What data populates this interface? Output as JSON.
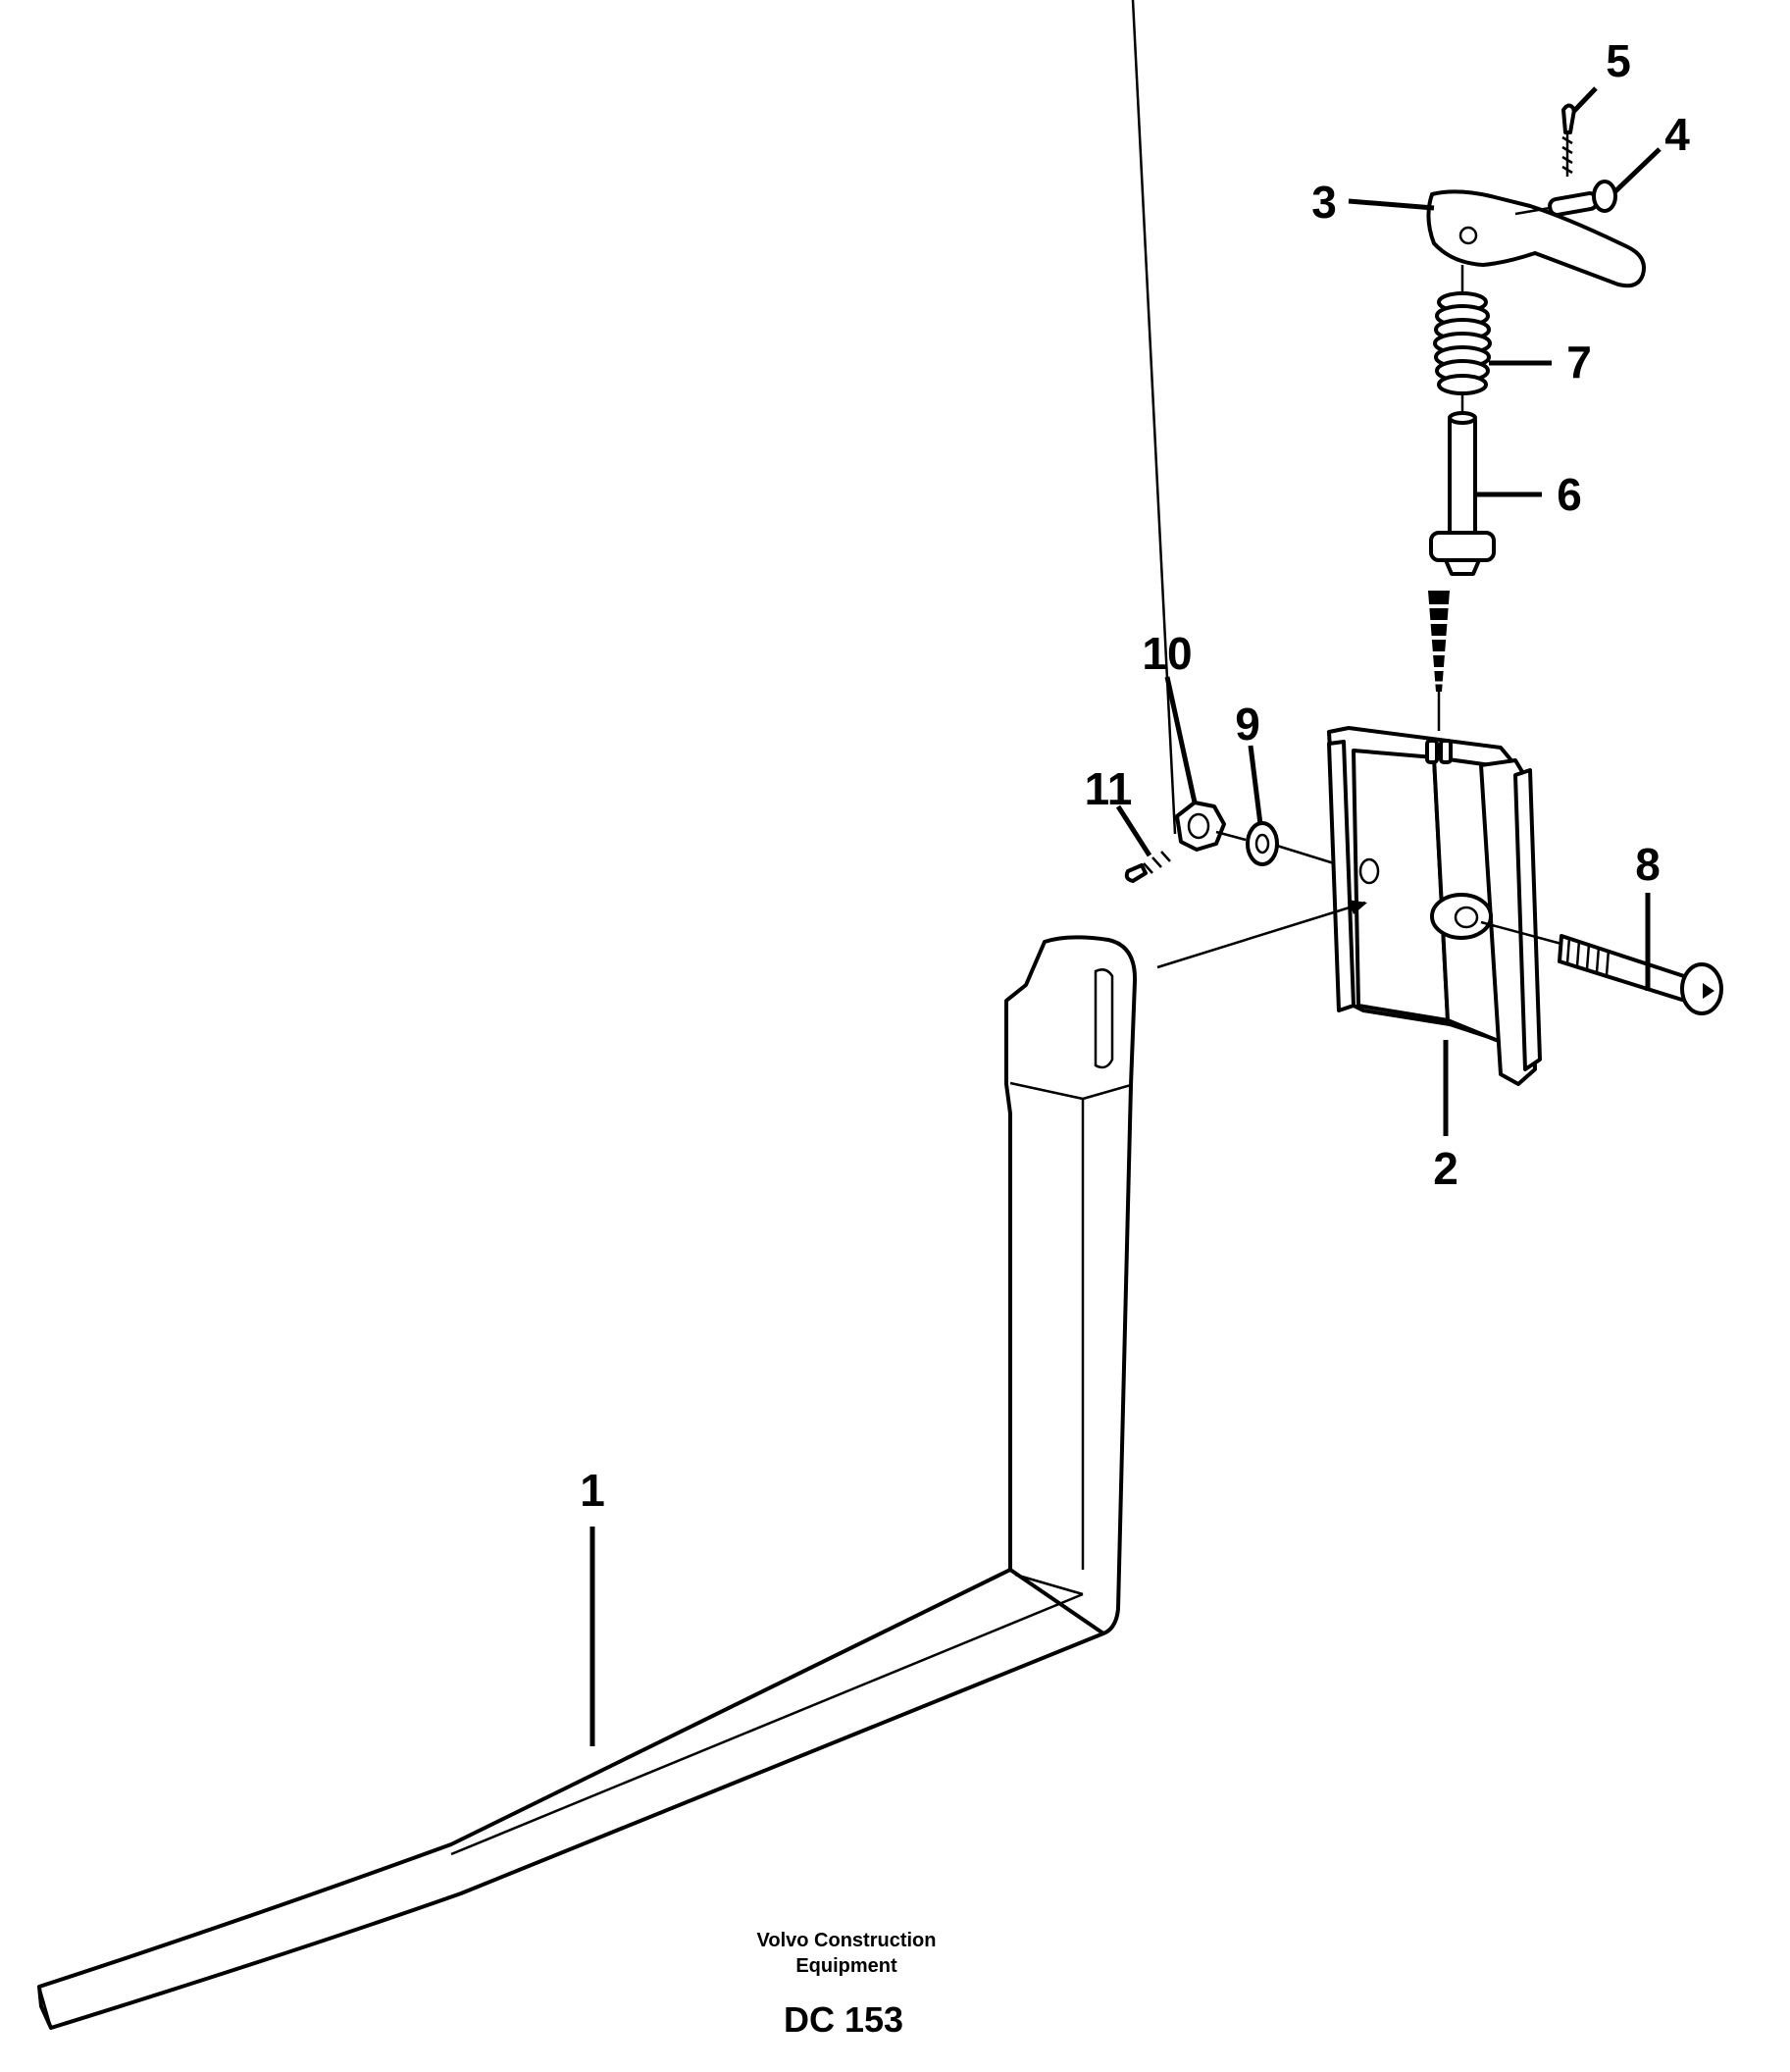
{
  "callouts": {
    "c1": "1",
    "c2": "2",
    "c3": "3",
    "c4": "4",
    "c5": "5",
    "c6": "6",
    "c7": "7",
    "c8": "8",
    "c9": "9",
    "c10": "10",
    "c11": "11"
  },
  "footer": {
    "company_line1": "Volvo Construction",
    "company_line2": "Equipment",
    "code": "DC 153"
  }
}
